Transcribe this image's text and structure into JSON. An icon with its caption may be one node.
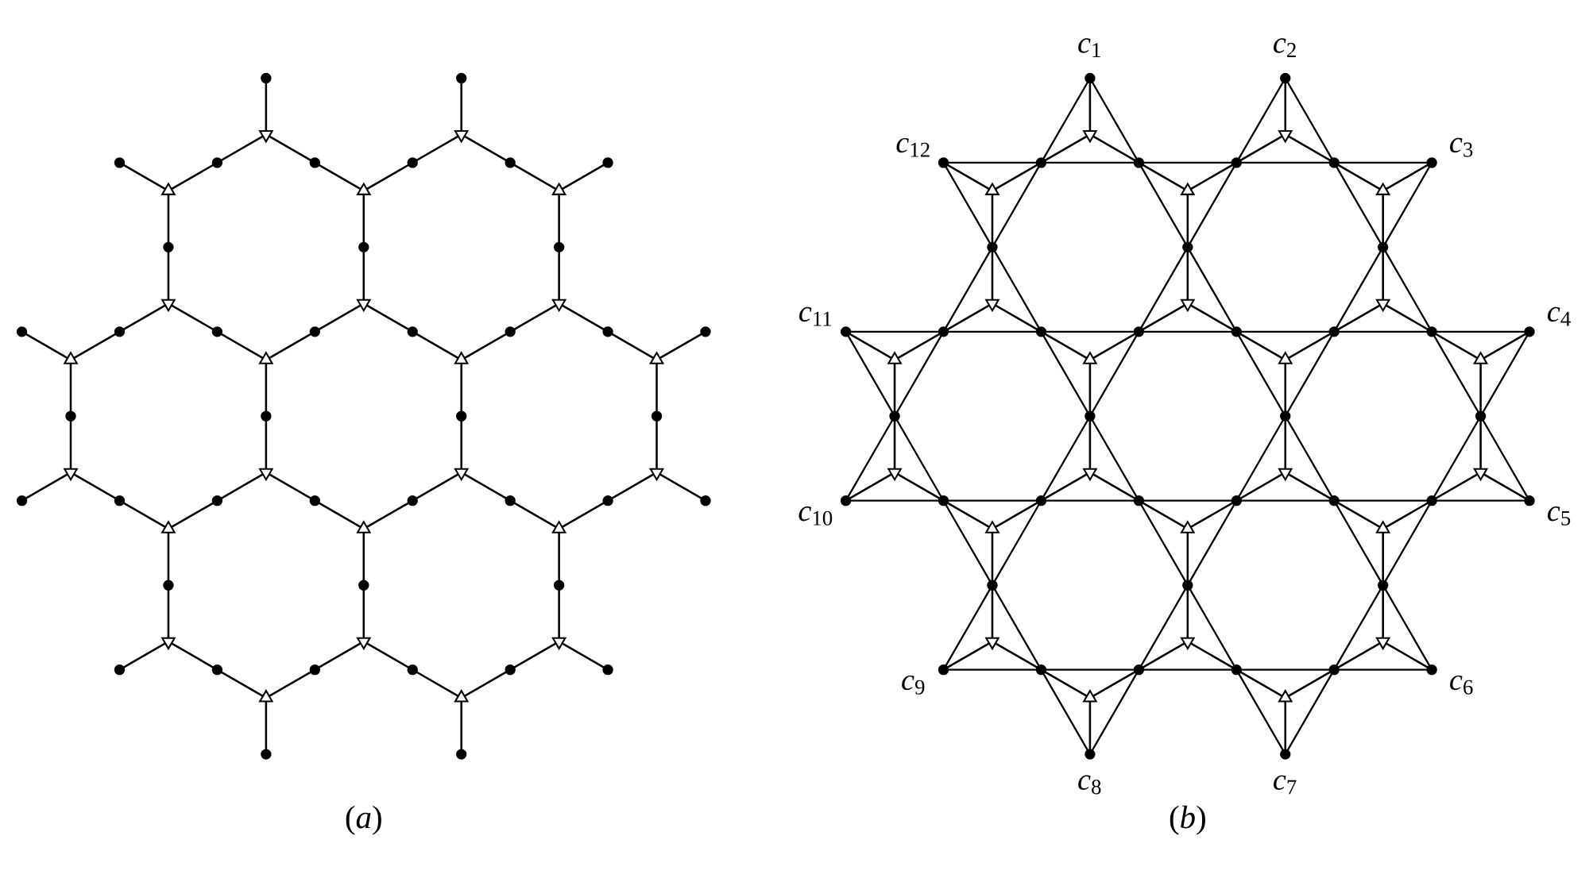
{
  "diagram": {
    "labels": [
      "*c*$_{1}$",
      "*c*$_{2}$",
      "*c*$_{3}$",
      "*c*$_{4}$",
      "*c*$_{5}$",
      "*c*$_{6}$",
      "*c*$_{7}$",
      "*c*$_{8}$",
      "*c*$_{9}$",
      "*c*$_{10}$",
      "*c*$_{11}$",
      "*c*$_{12}$",
      "(*a*)",
      "(*b*)"
    ]
  }
}
